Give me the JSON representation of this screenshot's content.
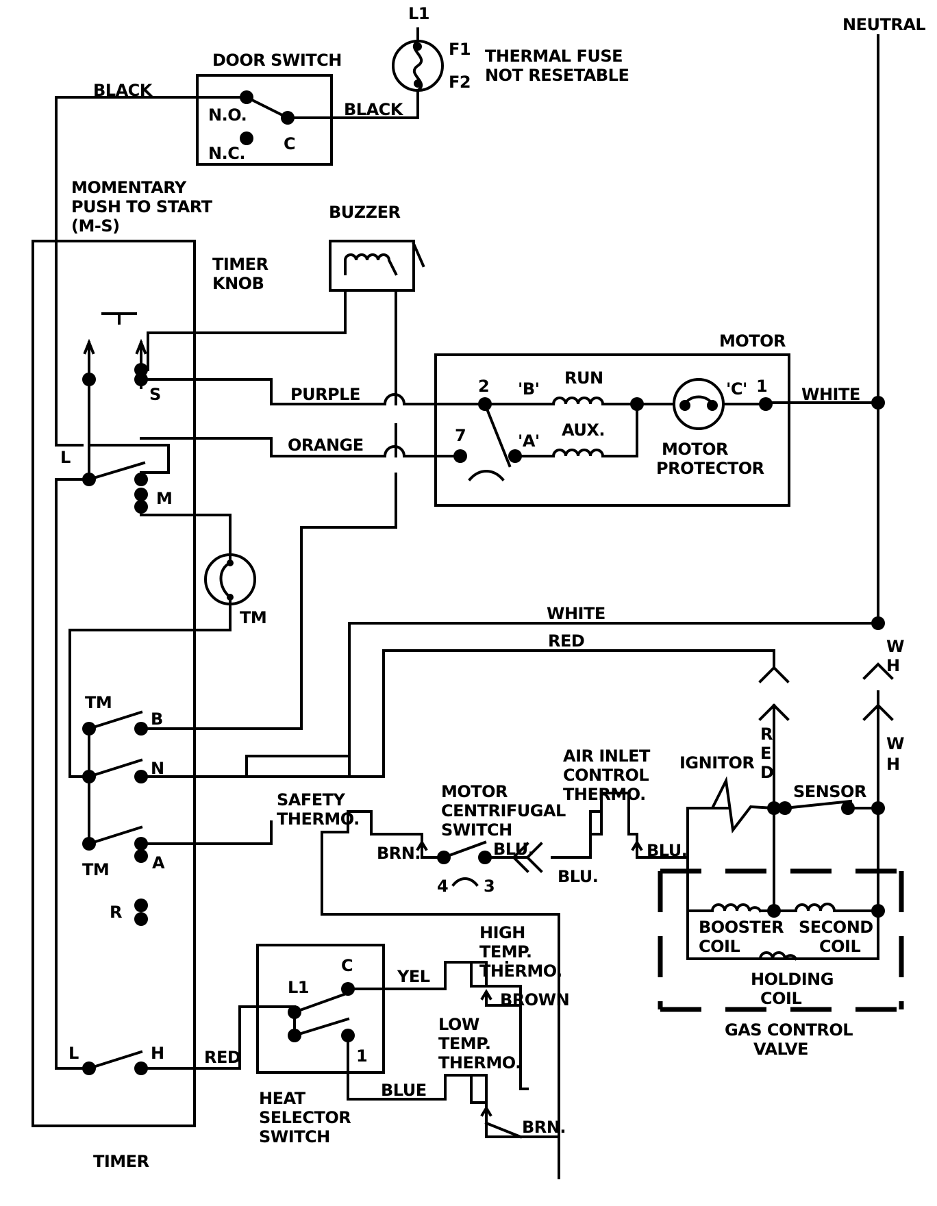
{
  "labels": {
    "l1": "L1",
    "f1": "F1",
    "f2": "F2",
    "thermal_fuse_1": "THERMAL FUSE",
    "thermal_fuse_2": "NOT RESETABLE",
    "neutral": "NEUTRAL",
    "door_switch": "DOOR SWITCH",
    "black_left": "BLACK",
    "black_right": "BLACK",
    "no": "N.O.",
    "nc": "N.C.",
    "c_door": "C",
    "momentary_1": "MOMENTARY",
    "momentary_2": "PUSH TO START",
    "momentary_3": "(M-S)",
    "buzzer": "BUZZER",
    "timer_knob_1": "TIMER",
    "timer_knob_2": "KNOB",
    "motor": "MOTOR",
    "s": "S",
    "purple": "PURPLE",
    "orange": "ORANGE",
    "term_2": "2",
    "term_b": "'B'",
    "run": "RUN",
    "term_c": "'C'",
    "term_1": "1",
    "white_top": "WHITE",
    "term_7": "7",
    "term_a": "'A'",
    "aux": "AUX.",
    "motor_protector_1": "MOTOR",
    "motor_protector_2": "PROTECTOR",
    "l": "L",
    "m": "M",
    "tm_motor": "TM",
    "white_mid": "WHITE",
    "red_mid": "RED",
    "wh_upper_w": "W",
    "wh_upper_h": "H",
    "tm_b": "TM",
    "b": "B",
    "n": "N",
    "air_inlet_1": "AIR INLET",
    "air_inlet_2": "CONTROL",
    "air_inlet_3": "THERMO.",
    "ignitor": "IGNITOR",
    "red_vertical": [
      "R",
      "E",
      "D"
    ],
    "wh_lower_w": "W",
    "wh_lower_h": "H",
    "safety_1": "SAFETY",
    "safety_2": "THERMO.",
    "centrifugal_1": "MOTOR",
    "centrifugal_2": "CENTRIFUGAL",
    "centrifugal_3": "SWITCH",
    "sensor": "SENSOR",
    "brn": "BRN.",
    "blu_1": "BLU.",
    "blu_2": "BLU.",
    "blu_3": "BLU.",
    "term_4": "4",
    "term_3": "3",
    "tm_a": "TM",
    "a": "A",
    "r": "R",
    "booster_1": "BOOSTER",
    "booster_2": "COIL",
    "second_1": "SECOND",
    "second_2": "COIL",
    "holding_1": "HOLDING",
    "holding_2": "COIL",
    "gas_valve_1": "GAS CONTROL",
    "gas_valve_2": "VALVE",
    "high_temp_1": "HIGH",
    "high_temp_2": "TEMP.",
    "high_temp_3": "THERMO.",
    "yel": "YEL",
    "c_heat": "C",
    "l1_heat": "L1",
    "brown": "BROWN",
    "low_temp_1": "LOW",
    "low_temp_2": "TEMP.",
    "low_temp_3": "THERMO.",
    "l_bottom": "L",
    "h_bottom": "H",
    "red_bottom": "RED",
    "term_1_heat": "1",
    "blue": "BLUE",
    "heat_selector_1": "HEAT",
    "heat_selector_2": "SELECTOR",
    "heat_selector_3": "SWITCH",
    "brn_bottom": "BRN.",
    "timer": "TIMER"
  }
}
